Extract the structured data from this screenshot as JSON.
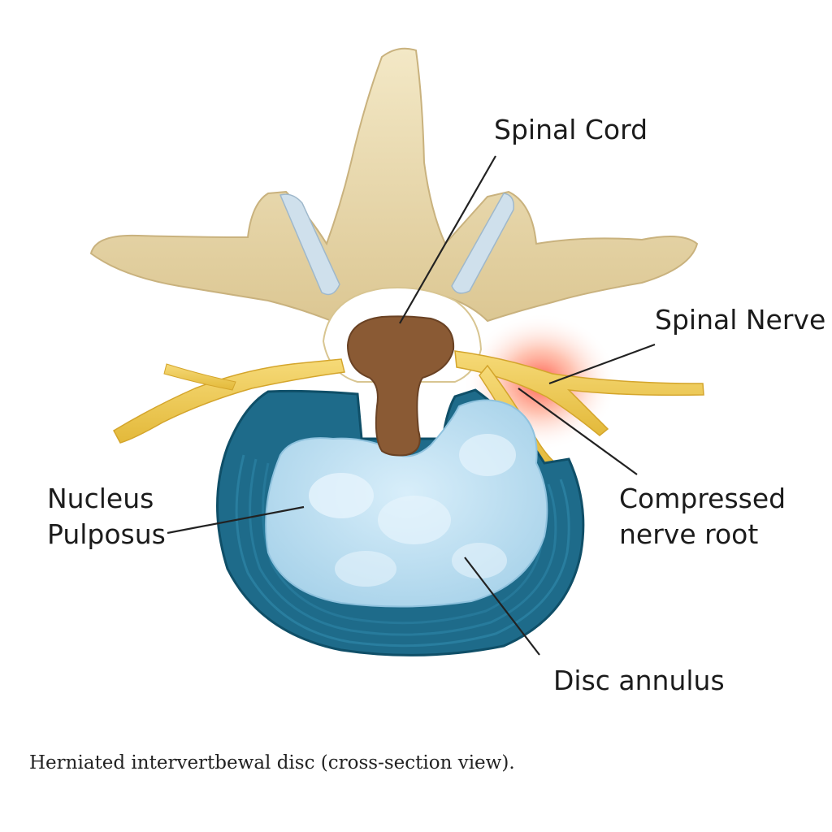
{
  "labels": {
    "spinal_cord": "Spinal Cord",
    "spinal_nerve": "Spinal Nerve",
    "nucleus_line1": "Nucleus",
    "nucleus_line2": "Pulposus",
    "compressed_line1": "Compressed",
    "compressed_line2": "nerve root",
    "disc_annulus": "Disc annulus"
  },
  "caption": "Herniated intervertbewal disc (cross-section view).",
  "colors": {
    "bone": "#eadcb2",
    "bone_shadow": "#c9b27e",
    "cartilage": "#cfe0ec",
    "cord": "#8a5a34",
    "nerve": "#f0c94e",
    "annulus": "#1e6b8a",
    "annulus_dark": "#0f4f68",
    "nucleus": "#bfe1f2",
    "inflammation": "#ff5a3c",
    "leader": "#222222"
  }
}
